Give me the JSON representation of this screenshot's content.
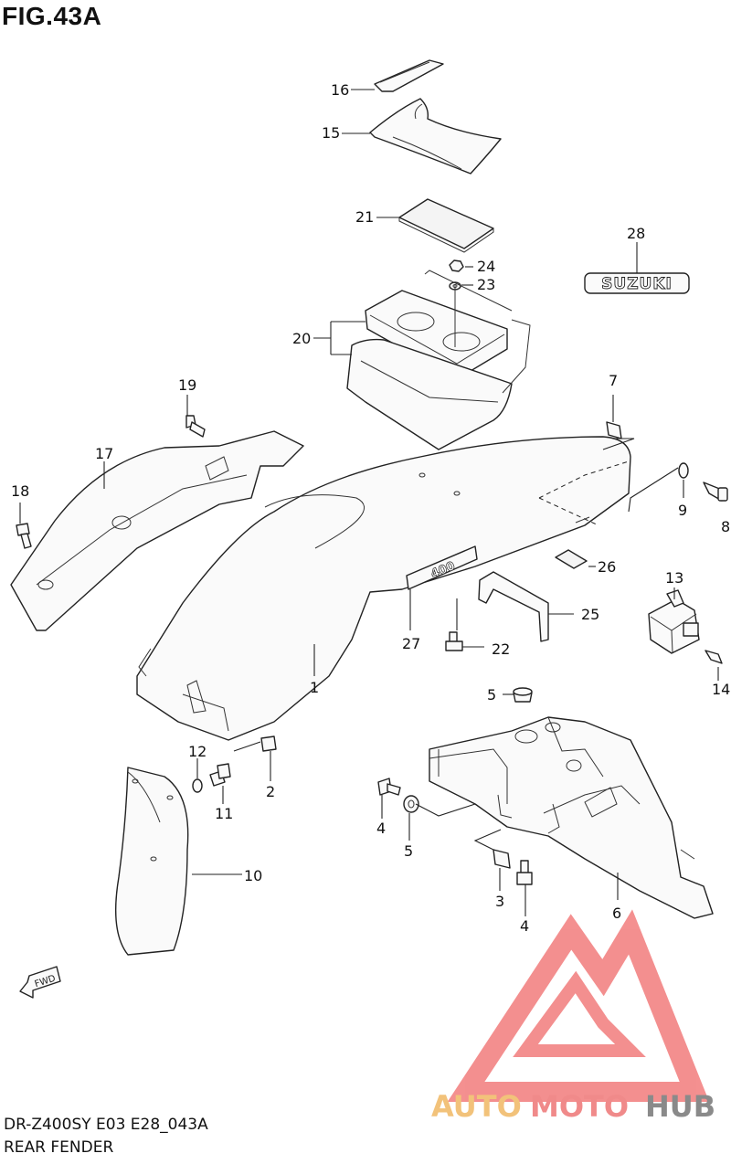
{
  "figure": {
    "title": "FIG.43A",
    "model_code": "DR-Z400SY E03 E28_043A",
    "section": "REAR FENDER"
  },
  "emblem_text": "SUZUKI",
  "fender_badge_text": "400",
  "fwd_arrow_text": "FWD",
  "callouts": [
    "1",
    "2",
    "3",
    "4",
    "4",
    "5",
    "5",
    "6",
    "7",
    "8",
    "9",
    "10",
    "11",
    "12",
    "13",
    "14",
    "15",
    "16",
    "17",
    "18",
    "19",
    "20",
    "21",
    "22",
    "23",
    "24",
    "25",
    "26",
    "27",
    "28"
  ],
  "watermark": {
    "part1": "AUTO",
    "part2": "MOTO",
    "part3": "HUB",
    "colors": {
      "auto": "#f2c27a",
      "moto": "#f08a8a",
      "hub": "#8a8a8a",
      "logo": "#f27c7c"
    }
  }
}
